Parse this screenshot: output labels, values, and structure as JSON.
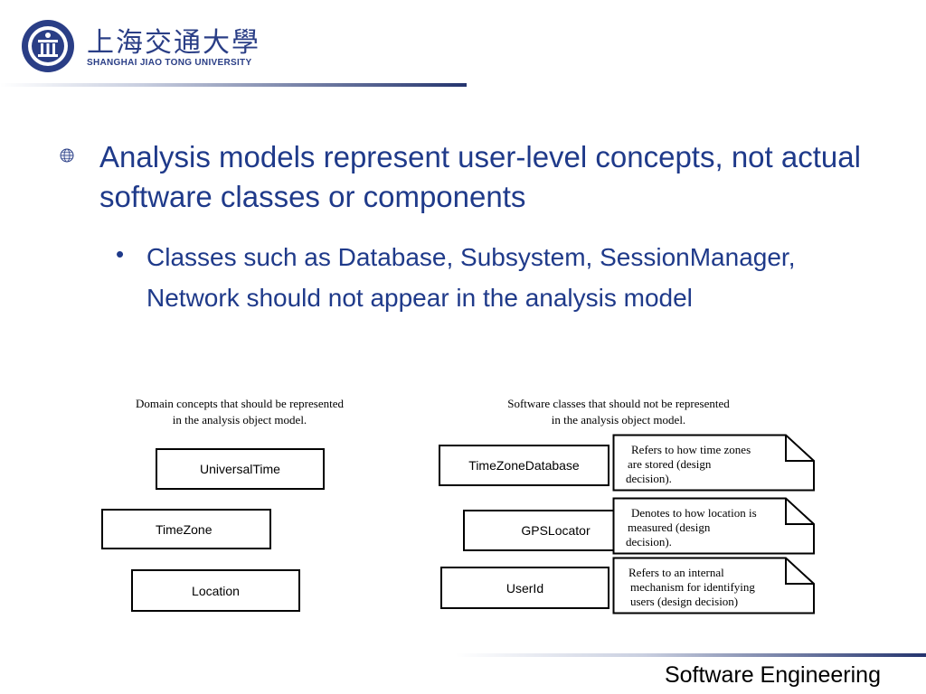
{
  "header": {
    "university_cn": "上海交通大學",
    "university_en": "SHANGHAI  JIAO TONG  UNIVERSITY"
  },
  "content": {
    "main_bullet": "Analysis models represent user-level concepts, not actual software classes or components",
    "sub_bullet_marker": "•",
    "sub_bullet": "Classes such as Database, Subsystem, SessionManager, Network should not appear in the analysis model"
  },
  "diagram": {
    "left_caption": [
      "Domain concepts that should be represented",
      "in the analysis object model."
    ],
    "right_caption": [
      "Software classes that should not be represented",
      "in the analysis object model."
    ],
    "domain_classes": [
      "UniversalTime",
      "TimeZone",
      "Location"
    ],
    "software_classes": [
      "TimeZoneDatabase",
      "GPSLocator",
      "UserId"
    ],
    "notes": [
      [
        "Refers to how time zones",
        "are stored (design",
        "decision)."
      ],
      [
        "Denotes to how location is",
        "measured (design",
        "decision)."
      ],
      [
        "Refers to an internal",
        "mechanism for identifying",
        "users (design decision)"
      ]
    ]
  },
  "footer": {
    "title": "Software Engineering"
  },
  "colors": {
    "text_blue": "#1f3a8a",
    "header_line": "#24346e"
  }
}
